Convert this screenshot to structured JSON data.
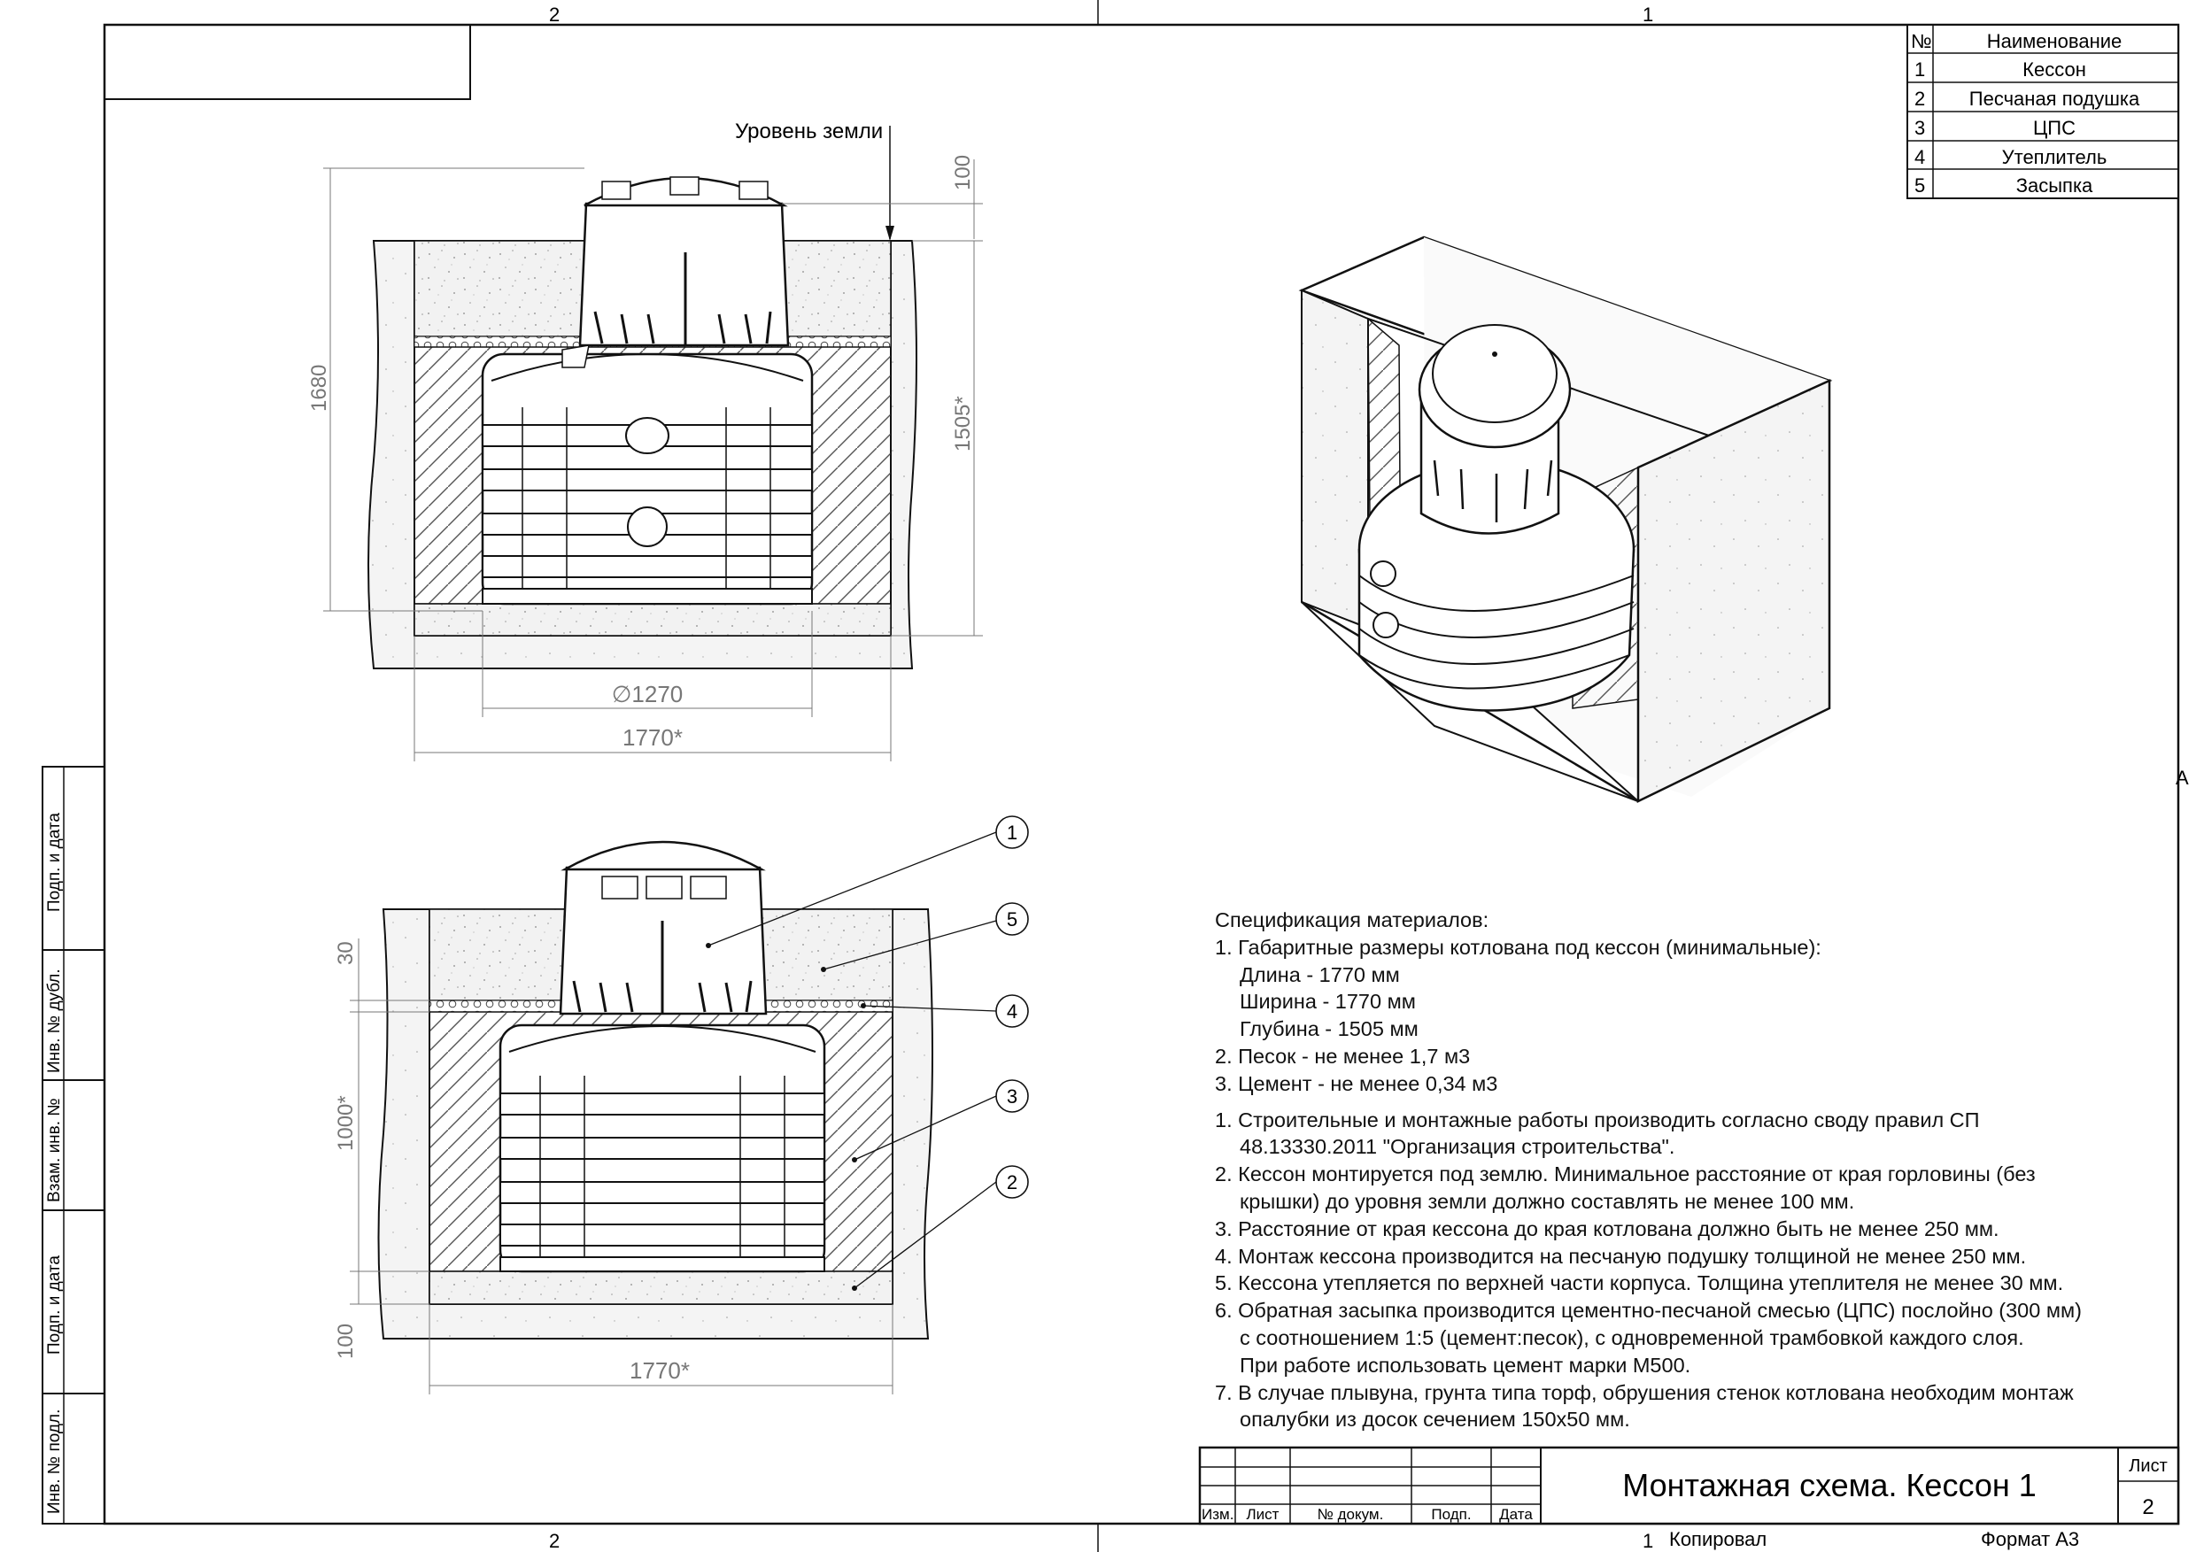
{
  "frame": {
    "zone_top_left": "2",
    "zone_top_right": "1",
    "zone_bottom_left": "2",
    "zone_bottom_right": "1",
    "zone_side": "A"
  },
  "side_stamp": [
    "Подп. и дата",
    "Инв. № дубл.",
    "Взам. инв. №",
    "Подп. и дата",
    "Инв. № подл."
  ],
  "legend": {
    "col_no": "№",
    "col_name": "Наименование",
    "rows": [
      {
        "no": "1",
        "name": "Кессон"
      },
      {
        "no": "2",
        "name": "Песчаная подушка"
      },
      {
        "no": "3",
        "name": "ЦПС"
      },
      {
        "no": "4",
        "name": "Утеплитель"
      },
      {
        "no": "5",
        "name": "Засыпка"
      }
    ]
  },
  "top_view": {
    "ground_label": "Уровень земли",
    "dim_100": "100",
    "dim_1680": "1680",
    "dim_1505": "1505*",
    "dim_diameter": "∅1270",
    "dim_width": "1770*"
  },
  "bottom_view": {
    "dim_30": "30",
    "dim_1000": "1000*",
    "dim_100": "100",
    "dim_width": "1770*",
    "callouts": [
      "1",
      "5",
      "4",
      "3",
      "2"
    ]
  },
  "spec": {
    "heading": "Спецификация материалов:",
    "m1": "1. Габаритные размеры котлована под кессон (минимальные):",
    "m1a": "Длина - 1770 мм",
    "m1b": "Ширина - 1770 мм",
    "m1c": "Глубина - 1505 мм",
    "m2": "2. Песок - не менее 1,7 м3",
    "m3": "3. Цемент - не менее 0,34 м3",
    "n1a": "1. Строительные и монтажные работы производить согласно своду правил СП",
    "n1b": "48.13330.2011 \"Организация строительства\".",
    "n2a": "2. Кессон монтируется под землю. Минимальное расстояние от края горловины (без",
    "n2b": "крышки) до уровня земли должно составлять не менее 100 мм.",
    "n3": "3. Расстояние от края кессона до края котлована должно быть не менее 250 мм.",
    "n4": "4. Монтаж кессона производится на песчаную подушку толщиной не менее 250 мм.",
    "n5": "5. Кессона утепляется по верхней части корпуса. Толщина утеплителя не менее 30 мм.",
    "n6a": "6. Обратная засыпка производится цементно-песчаной смесью (ЦПС) послойно (300 мм)",
    "n6b": "с соотношением 1:5 (цемент:песок), с одновременной трамбовкой каждого слоя.",
    "n6c": "При работе использовать цемент марки М500.",
    "n7a": "7. В случае плывуна, грунта типа торф, обрушения стенок котлована необходим монтаж",
    "n7b": "опалубки из досок сечением 150х50 мм."
  },
  "title_block": {
    "title": "Монтажная схема. Кессон 1",
    "sheet_label": "Лист",
    "sheet_no": "2",
    "cols": [
      "Изм.",
      "Лист",
      "№ докум.",
      "Подп.",
      "Дата"
    ],
    "copied": "Копировал",
    "format": "Формат А3"
  }
}
